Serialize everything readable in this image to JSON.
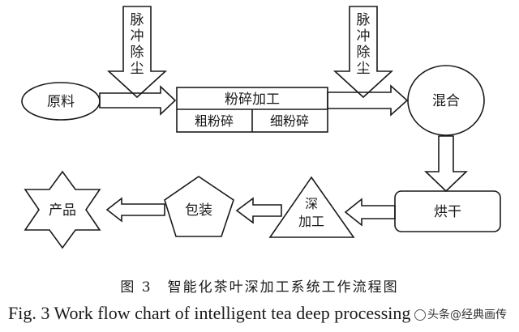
{
  "diagram": {
    "pulse_dust_left": [
      "脉",
      "冲",
      "除",
      "尘"
    ],
    "pulse_dust_right": [
      "脉",
      "冲",
      "除",
      "尘"
    ],
    "raw_material": "原料",
    "crushing": "粉碎加工",
    "coarse_crushing": "粗粉碎",
    "fine_crushing": "细粉碎",
    "mixing": "混合",
    "drying": "烘干",
    "deep_processing": [
      "深",
      "加工"
    ],
    "packaging": "包装",
    "product": "产品"
  },
  "caption": {
    "cn": "图 3　智能化茶叶深加工系统工作流程图",
    "en": "Fig. 3   Work flow chart of intelligent tea deep processing"
  },
  "watermark": {
    "prefix": "头条",
    "text": "@经典画传"
  }
}
